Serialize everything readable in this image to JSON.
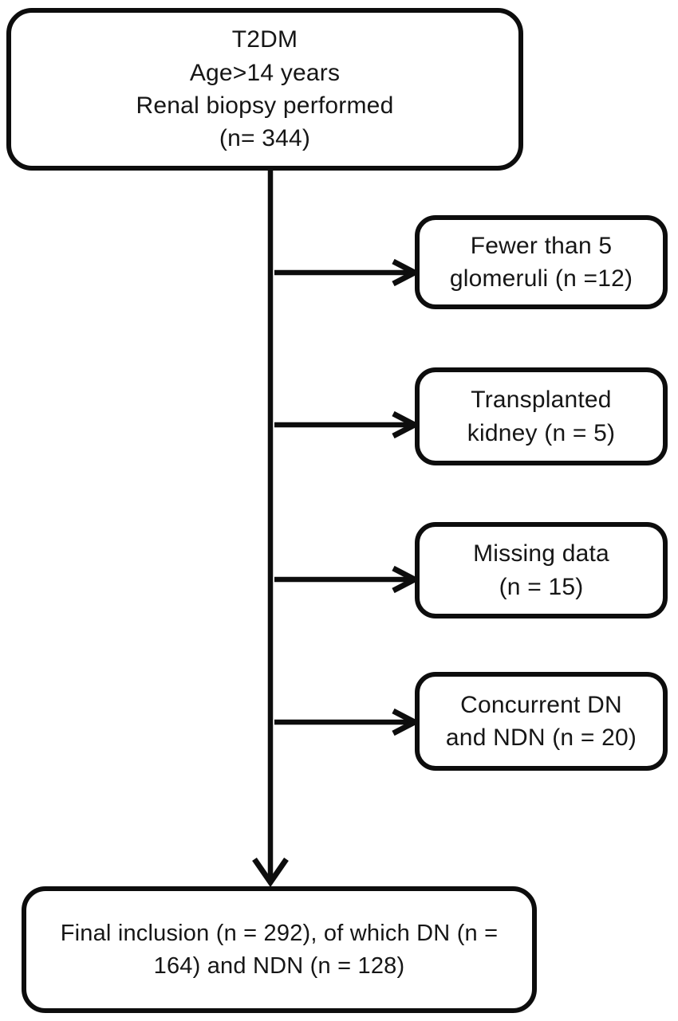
{
  "diagram": {
    "type": "flowchart",
    "background_color": "#ffffff",
    "line_color": "#0d0d0d",
    "nodes": {
      "start": {
        "label": "T2DM\nAge>14 years\nRenal biopsy performed\n(n= 344)",
        "n": 344
      },
      "exclusion1": {
        "label": "Fewer than 5\nglomeruli (n =12)",
        "n": 12
      },
      "exclusion2": {
        "label": "Transplanted\nkidney (n = 5)",
        "n": 5
      },
      "exclusion3": {
        "label": "Missing data\n(n = 15)",
        "n": 15
      },
      "exclusion4": {
        "label": "Concurrent DN\nand NDN (n = 20)",
        "n": 20
      },
      "final": {
        "label": "Final inclusion (n = 292), of which DN (n =\n164) and NDN (n = 128)",
        "n_total": 292,
        "n_dn": 164,
        "n_ndn": 128
      }
    },
    "edges": [
      {
        "from": "start",
        "to": "final",
        "direction": "down"
      },
      {
        "from": "start",
        "to": "exclusion1",
        "direction": "right"
      },
      {
        "from": "start",
        "to": "exclusion2",
        "direction": "right"
      },
      {
        "from": "start",
        "to": "exclusion3",
        "direction": "right"
      },
      {
        "from": "start",
        "to": "exclusion4",
        "direction": "right"
      }
    ]
  }
}
